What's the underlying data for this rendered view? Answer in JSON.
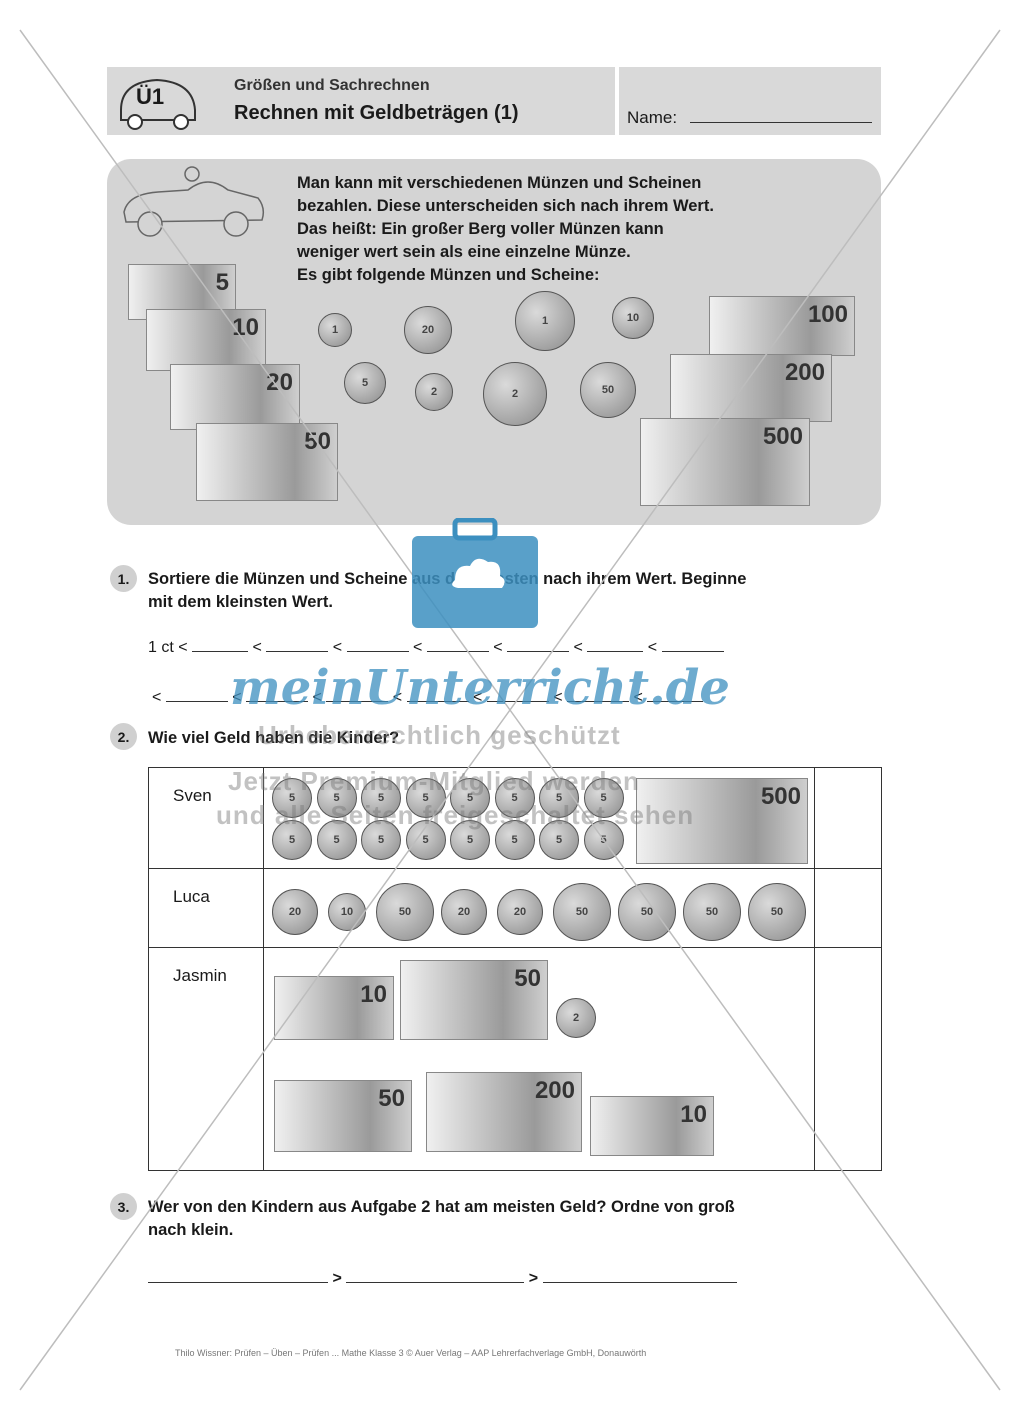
{
  "header": {
    "badge": "Ü1",
    "subject": "Größen und Sachrechnen",
    "title": "Rechnen mit Geldbeträgen (1)",
    "name_label": "Name:"
  },
  "info": {
    "lines": [
      "Man kann mit verschiedenen Münzen und Scheinen",
      "bezahlen. Diese unterscheiden sich nach ihrem Wert.",
      "Das heißt: Ein großer Berg voller Münzen kann",
      "weniger wert sein als eine einzelne Münze.",
      "Es gibt folgende Münzen und Scheine:"
    ],
    "coins": [
      "1",
      "20",
      "1",
      "10",
      "5",
      "2",
      "2",
      "50"
    ],
    "notes_left": [
      "5",
      "10",
      "20",
      "50"
    ],
    "notes_right": [
      "100",
      "200",
      "500"
    ]
  },
  "task1": {
    "number": "1.",
    "text_line1": "Sortiere die Münzen und Scheine aus dem Kasten nach ihrem Wert. Beginne",
    "text_line2": "mit dem kleinsten Wert.",
    "start": "1 ct <",
    "separator": "<"
  },
  "task2": {
    "number": "2.",
    "text": "Wie viel Geld haben die Kinder?",
    "children": [
      {
        "name": "Sven",
        "coins": [
          "5",
          "5",
          "5",
          "5",
          "5",
          "5",
          "5",
          "5",
          "5",
          "5",
          "5",
          "5",
          "5",
          "5",
          "5",
          "5"
        ],
        "notes": [
          "500"
        ]
      },
      {
        "name": "Luca",
        "coins": [
          "20",
          "10",
          "50",
          "20",
          "20",
          "50",
          "50",
          "50",
          "50"
        ],
        "notes": []
      },
      {
        "name": "Jasmin",
        "coins": [
          "2"
        ],
        "notes": [
          "10",
          "50",
          "50",
          "200",
          "10"
        ]
      }
    ]
  },
  "task3": {
    "number": "3.",
    "text_line1": "Wer von den Kindern aus Aufgabe 2 hat am meisten Geld? Ordne von groß",
    "text_line2": "nach klein.",
    "separator": ">"
  },
  "footer": "Thilo Wissner: Prüfen – Üben – Prüfen ... Mathe Klasse 3 © Auer Verlag – AAP Lehrerfachverlage GmbH, Donauwörth",
  "watermark": {
    "logo": "meinUnterricht.de",
    "line1": "Urheberrechtlich geschützt",
    "line2": "Jetzt Premium-Mitglied werden",
    "line3": "und alle Seiten freigeschaltet sehen"
  }
}
